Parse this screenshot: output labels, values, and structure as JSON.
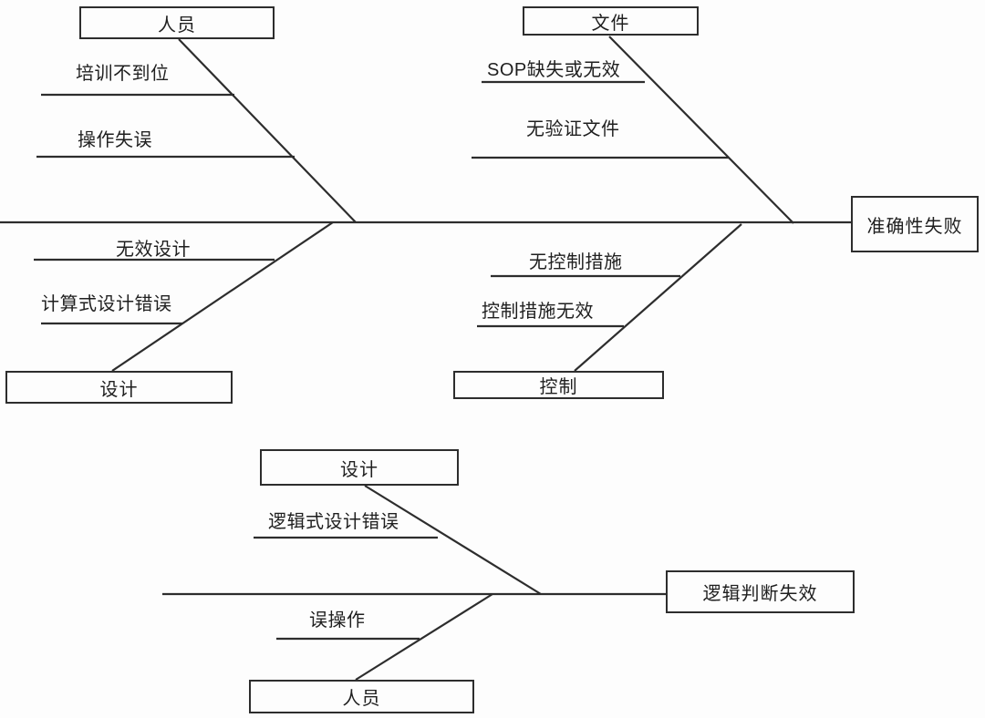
{
  "colors": {
    "line": "#2d2d2d",
    "box_border": "#2d2d2d",
    "box_fill": "#fdfdfd",
    "background": "#fdfdfd",
    "text": "#1f1f1f"
  },
  "diagrams": [
    {
      "effect": "准确性失败",
      "categories": [
        {
          "label": "人员",
          "position": "top-left",
          "causes": [
            "培训不到位",
            "操作失误"
          ]
        },
        {
          "label": "文件",
          "position": "top-right",
          "causes": [
            "SOP缺失或无效",
            "无验证文件"
          ]
        },
        {
          "label": "设计",
          "position": "bottom-left",
          "causes": [
            "无效设计",
            "计算式设计错误"
          ]
        },
        {
          "label": "控制",
          "position": "bottom-right",
          "causes": [
            "无控制措施",
            "控制措施无效"
          ]
        }
      ]
    },
    {
      "effect": "逻辑判断失效",
      "categories": [
        {
          "label": "设计",
          "position": "top",
          "causes": [
            "逻辑式设计错误"
          ]
        },
        {
          "label": "人员",
          "position": "bottom",
          "causes": [
            "误操作"
          ]
        }
      ]
    }
  ]
}
